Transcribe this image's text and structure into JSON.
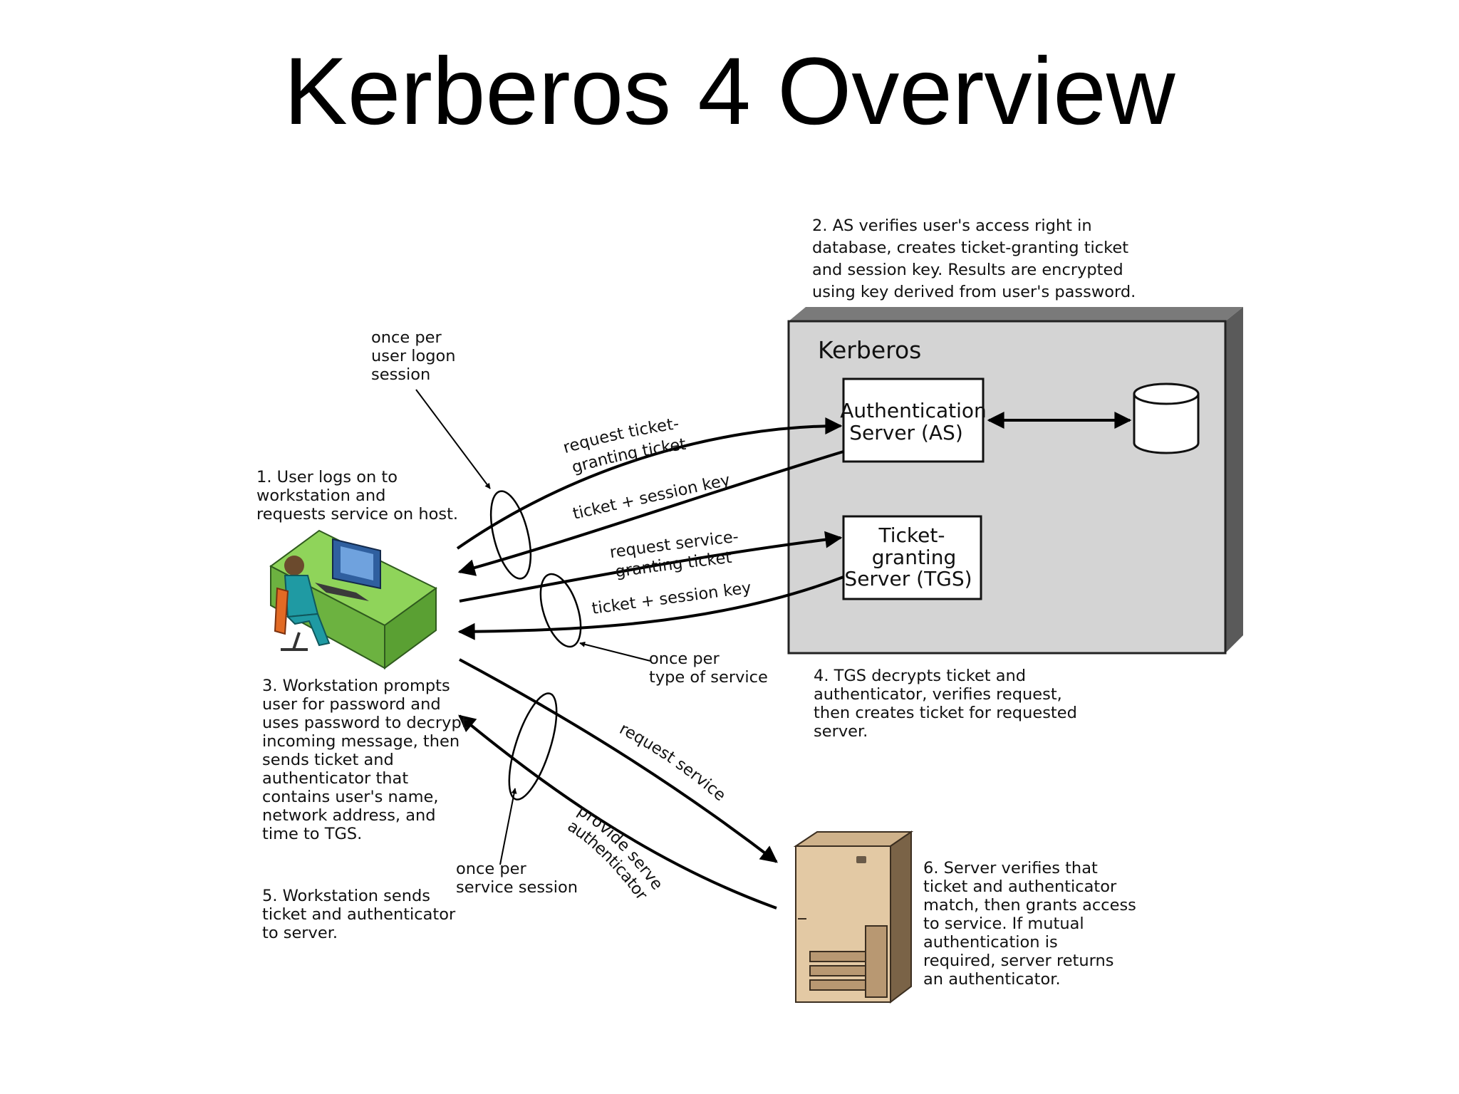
{
  "title": "Kerberos 4 Overview",
  "kerberos_box": {
    "label": "Kerberos"
  },
  "as_box": {
    "lines": [
      "Authentication",
      "Server (AS)"
    ]
  },
  "tgs_box": {
    "lines": [
      "Ticket-",
      "granting",
      "Server (TGS)"
    ]
  },
  "notes": {
    "step1": [
      "1. User logs on to",
      "workstation and",
      "requests service on host."
    ],
    "step2": [
      "2. AS verifies user's access right in",
      "database, creates ticket-granting ticket",
      "and session key. Results are encrypted",
      "using key derived from user's password."
    ],
    "step3": [
      "3. Workstation prompts",
      "user for password and",
      "uses password to decrypt",
      "incoming message, then",
      "sends ticket and",
      "authenticator that",
      "contains user's name,",
      "network address, and",
      "time to TGS."
    ],
    "step4": [
      "4. TGS decrypts ticket and",
      "authenticator, verifies request,",
      "then creates ticket for requested",
      "server."
    ],
    "step5": [
      "5. Workstation sends",
      "ticket and authenticator",
      "to server."
    ],
    "step6": [
      "6. Server verifies that",
      "ticket and authenticator",
      "match, then grants access",
      "to service. If mutual",
      "authentication is",
      "required, server returns",
      "an authenticator."
    ],
    "once_logon": [
      "once per",
      "user logon",
      "session"
    ],
    "once_type": [
      "once per",
      "type of service"
    ],
    "once_session": [
      "once per",
      "service session"
    ]
  },
  "arrows": {
    "request_tgt": [
      "request ticket-",
      "granting ticket"
    ],
    "as_reply": "ticket + session key",
    "request_sgt": [
      "request service-",
      "granting ticket"
    ],
    "tgs_reply": "ticket + session key",
    "request_service": "request service",
    "provide_auth": [
      "provide server",
      "authenticator"
    ]
  },
  "colors": {
    "kerberos_fill": "#d4d4d4",
    "kerberos_shadow": "#5a5a5a",
    "desk_green": "#7cc24a",
    "monitor_blue": "#2f5f9f",
    "server_tan": "#e3c9a4",
    "server_dark": "#7a6347"
  }
}
